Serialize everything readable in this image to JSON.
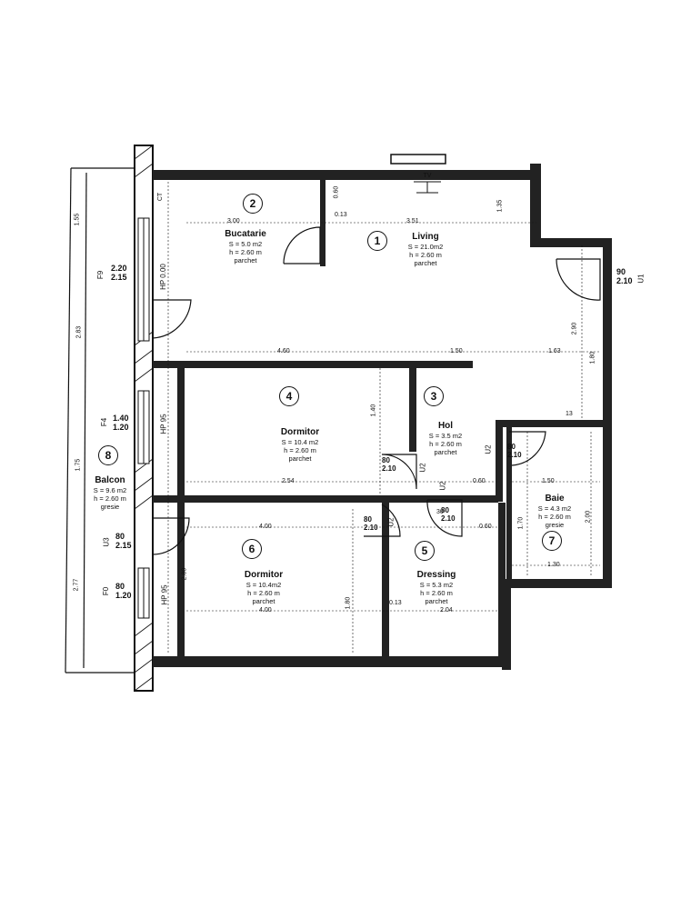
{
  "rooms": [
    {
      "id": "living",
      "number": "1",
      "name": "Living",
      "area": "S = 21.0m2",
      "height": "h = 2.60 m",
      "floor": "parchet"
    },
    {
      "id": "bucatarie",
      "number": "2",
      "name": "Bucatarie",
      "area": "S = 5.0 m2",
      "height": "h = 2.60 m",
      "floor": "parchet"
    },
    {
      "id": "hol",
      "number": "3",
      "name": "Hol",
      "area": "S = 3.5 m2",
      "height": "h = 2.60 m",
      "floor": "parchet"
    },
    {
      "id": "dormitor1",
      "number": "4",
      "name": "Dormitor",
      "area": "S = 10.4 m2",
      "height": "h = 2.60 m",
      "floor": "parchet"
    },
    {
      "id": "dressing",
      "number": "5",
      "name": "Dressing",
      "area": "S = 5.3 m2",
      "height": "h = 2.60 m",
      "floor": "parchet"
    },
    {
      "id": "dormitor2",
      "number": "6",
      "name": "Dormitor",
      "area": "S = 10.4m2",
      "height": "h = 2.60 m",
      "floor": "parchet"
    },
    {
      "id": "baie",
      "number": "7",
      "name": "Baie",
      "area": "S = 4.3 m2",
      "height": "h = 2.60 m",
      "floor": "gresie"
    },
    {
      "id": "balcon",
      "number": "8",
      "name": "Balcon",
      "area": "S = 9.6 m2",
      "height": "h = 2.60 m",
      "floor": "gresie"
    }
  ],
  "tv_label": "TV",
  "openings": {
    "f9": {
      "code": "F9",
      "w": "2.20",
      "h": "2.15"
    },
    "f4": {
      "code": "F4",
      "w": "1.40",
      "h": "1.20"
    },
    "u3": {
      "code": "U3",
      "w": "80",
      "h": "2.15"
    },
    "f0": {
      "code": "F0",
      "w": "80",
      "h": "1.20"
    },
    "u1": {
      "code": "U1",
      "w": "90",
      "h": "2.10"
    },
    "u2a": {
      "code": "U2",
      "w": "80",
      "h": "2.10"
    },
    "u2b": {
      "code": "U2",
      "w": "80",
      "h": "2.10"
    },
    "u2c": {
      "code": "U2",
      "w": "80",
      "h": "2.10"
    },
    "u2d": {
      "code": "U2",
      "w": "80",
      "h": "2.10"
    },
    "hp1": "HP 0.00",
    "hp2": "HP 95",
    "hp3": "HP 95"
  },
  "dimensions": {
    "buc_width": "3.00",
    "liv_width": "3.51",
    "liv_h1": "1.35",
    "liv_small1": "0.60",
    "liv_small2": "0.13",
    "liv_right_height": "2.90",
    "hol_wall1": "4.60",
    "hol_wall2": "1.50",
    "hol_wall3": "1.63",
    "hol_v": "1.40",
    "hol_right": "1.80",
    "dorm_right": "0.60",
    "baie_w": "1.50",
    "baie_w2": "1.30",
    "baie_h": "1.70",
    "baie_h2": "2.00",
    "dress_w": "2.04",
    "dress_top": "0.60",
    "dorm2_w": "4.00",
    "dorm2_w2": "4.00",
    "dorm2_h": "2.80",
    "dress_h": "1.80",
    "dress_small": "0.13",
    "bal_h1": "1.55",
    "bal_h2": "2.83",
    "bal_h3": "1.75",
    "bal_h4": "2.77",
    "left_ct": "CT",
    "small_13": "13",
    "small_30": "30",
    "dorm_w": "2.54"
  }
}
